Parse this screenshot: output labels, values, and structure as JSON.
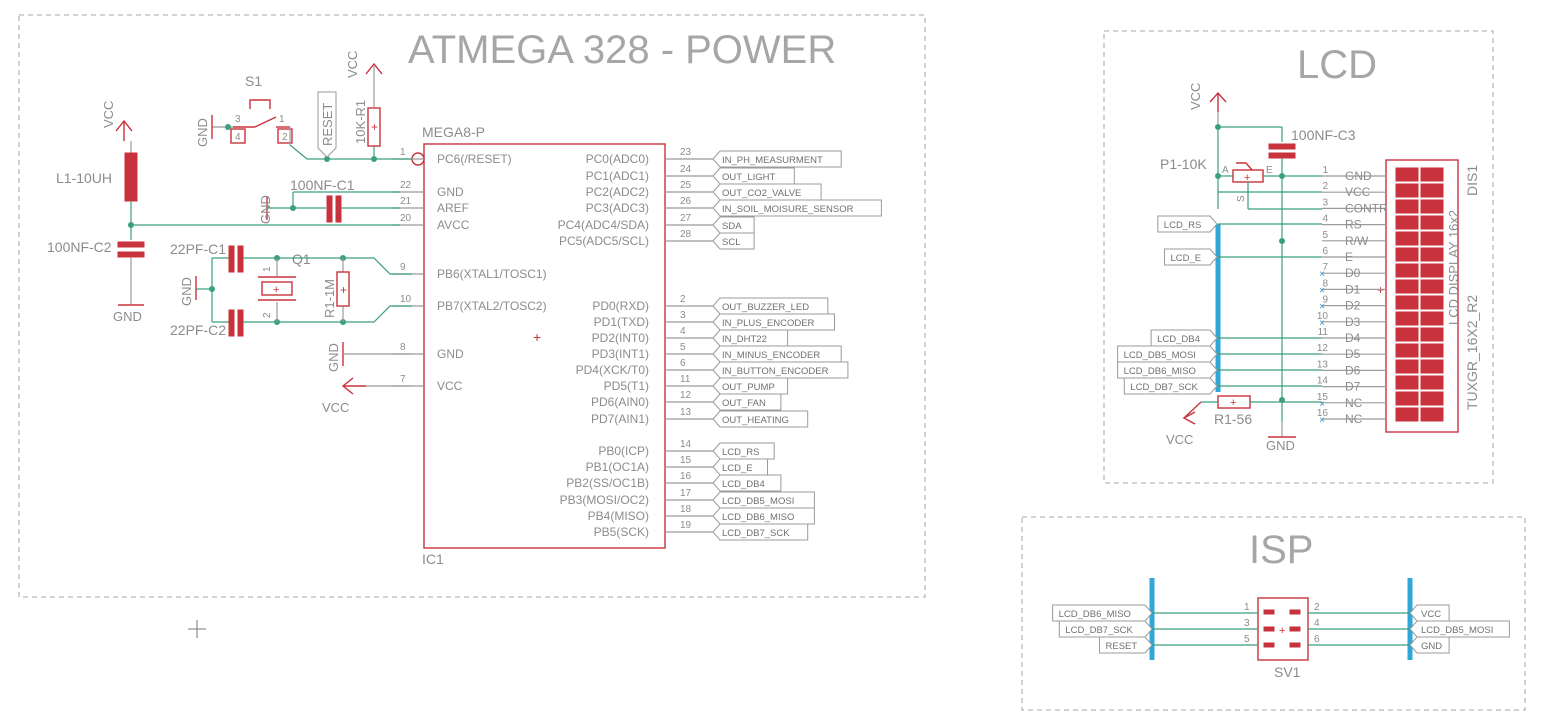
{
  "sheets": {
    "power": {
      "title": "ATMEGA 328 - POWER"
    },
    "lcd": {
      "title": "LCD"
    },
    "isp": {
      "title": "ISP"
    }
  },
  "ic1": {
    "value": "MEGA8-P",
    "name": "IC1",
    "left_pins": [
      {
        "num": "1",
        "name": "PC6(/RESET)"
      },
      {
        "num": "22",
        "name": "GND"
      },
      {
        "num": "21",
        "name": "AREF"
      },
      {
        "num": "20",
        "name": "AVCC"
      },
      {
        "num": "9",
        "name": "PB6(XTAL1/TOSC1)"
      },
      {
        "num": "10",
        "name": "PB7(XTAL2/TOSC2)"
      },
      {
        "num": "8",
        "name": "GND"
      },
      {
        "num": "7",
        "name": "VCC"
      }
    ],
    "right_pins": [
      {
        "num": "23",
        "name": "PC0(ADC0)",
        "net": "IN_PH_MEASURMENT"
      },
      {
        "num": "24",
        "name": "PC1(ADC1)",
        "net": "OUT_LIGHT"
      },
      {
        "num": "25",
        "name": "PC2(ADC2)",
        "net": "OUT_CO2_VALVE"
      },
      {
        "num": "26",
        "name": "PC3(ADC3)",
        "net": "IN_SOIL_MOISURE_SENSOR"
      },
      {
        "num": "27",
        "name": "PC4(ADC4/SDA)",
        "net": "SDA"
      },
      {
        "num": "28",
        "name": "PC5(ADC5/SCL)",
        "net": "SCL"
      },
      {
        "num": "2",
        "name": "PD0(RXD)",
        "net": "OUT_BUZZER_LED"
      },
      {
        "num": "3",
        "name": "PD1(TXD)",
        "net": "IN_PLUS_ENCODER"
      },
      {
        "num": "4",
        "name": "PD2(INT0)",
        "net": "IN_DHT22"
      },
      {
        "num": "5",
        "name": "PD3(INT1)",
        "net": "IN_MINUS_ENCODER"
      },
      {
        "num": "6",
        "name": "PD4(XCK/T0)",
        "net": "IN_BUTTON_ENCODER"
      },
      {
        "num": "11",
        "name": "PD5(T1)",
        "net": "OUT_PUMP"
      },
      {
        "num": "12",
        "name": "PD6(AIN0)",
        "net": "OUT_FAN"
      },
      {
        "num": "13",
        "name": "PD7(AIN1)",
        "net": "OUT_HEATING"
      },
      {
        "num": "14",
        "name": "PB0(ICP)",
        "net": "LCD_RS"
      },
      {
        "num": "15",
        "name": "PB1(OC1A)",
        "net": "LCD_E"
      },
      {
        "num": "16",
        "name": "PB2(SS/OC1B)",
        "net": "LCD_DB4"
      },
      {
        "num": "17",
        "name": "PB3(MOSI/OC2)",
        "net": "LCD_DB5_MOSI"
      },
      {
        "num": "18",
        "name": "PB4(MISO)",
        "net": "LCD_DB6_MISO"
      },
      {
        "num": "19",
        "name": "PB5(SCK)",
        "net": "LCD_DB7_SCK"
      }
    ]
  },
  "power_parts": {
    "vcc": "VCC",
    "gnd": "GND",
    "l1": "L1-10UH",
    "c2": "100NF-C2",
    "c1": "100NF-C1",
    "c1_22": "22PF-C1",
    "c2_22": "22PF-C2",
    "q1": "Q1",
    "r1m": "R1-1M",
    "r10k": "10K-R1",
    "s1": "S1",
    "reset": "RESET",
    "pin1": "1",
    "pin2": "2",
    "pin3": "3",
    "pin4": "4"
  },
  "lcd": {
    "pot": "P1-10K",
    "c3": "100NF-C3",
    "r56": "R1-56",
    "disp": "DIS1",
    "disp_value": "TUXGR_16X2_R2",
    "disp_inner": "LCD DISPLAY 16x2",
    "pot_a": "A",
    "pot_e": "E",
    "pot_s": "S",
    "pins": [
      {
        "num": "1",
        "name": "GND"
      },
      {
        "num": "2",
        "name": "VCC"
      },
      {
        "num": "3",
        "name": "CONTR"
      },
      {
        "num": "4",
        "name": "RS"
      },
      {
        "num": "5",
        "name": "R/W"
      },
      {
        "num": "6",
        "name": "E"
      },
      {
        "num": "7",
        "name": "D0"
      },
      {
        "num": "8",
        "name": "D1"
      },
      {
        "num": "9",
        "name": "D2"
      },
      {
        "num": "10",
        "name": "D3"
      },
      {
        "num": "11",
        "name": "D4"
      },
      {
        "num": "12",
        "name": "D5"
      },
      {
        "num": "13",
        "name": "D6"
      },
      {
        "num": "14",
        "name": "D7"
      },
      {
        "num": "15",
        "name": "NC"
      },
      {
        "num": "16",
        "name": "NC"
      }
    ],
    "labels": [
      "LCD_RS",
      "LCD_E",
      "LCD_DB4",
      "LCD_DB5_MOSI",
      "LCD_DB6_MISO",
      "LCD_DB7_SCK"
    ]
  },
  "isp": {
    "name": "SV1",
    "left_labels": [
      "LCD_DB6_MISO",
      "LCD_DB7_SCK",
      "RESET"
    ],
    "right_labels": [
      "VCC",
      "LCD_DB5_MOSI",
      "GND"
    ],
    "left_nums": [
      "1",
      "3",
      "5"
    ],
    "right_nums": [
      "2",
      "4",
      "6"
    ]
  }
}
